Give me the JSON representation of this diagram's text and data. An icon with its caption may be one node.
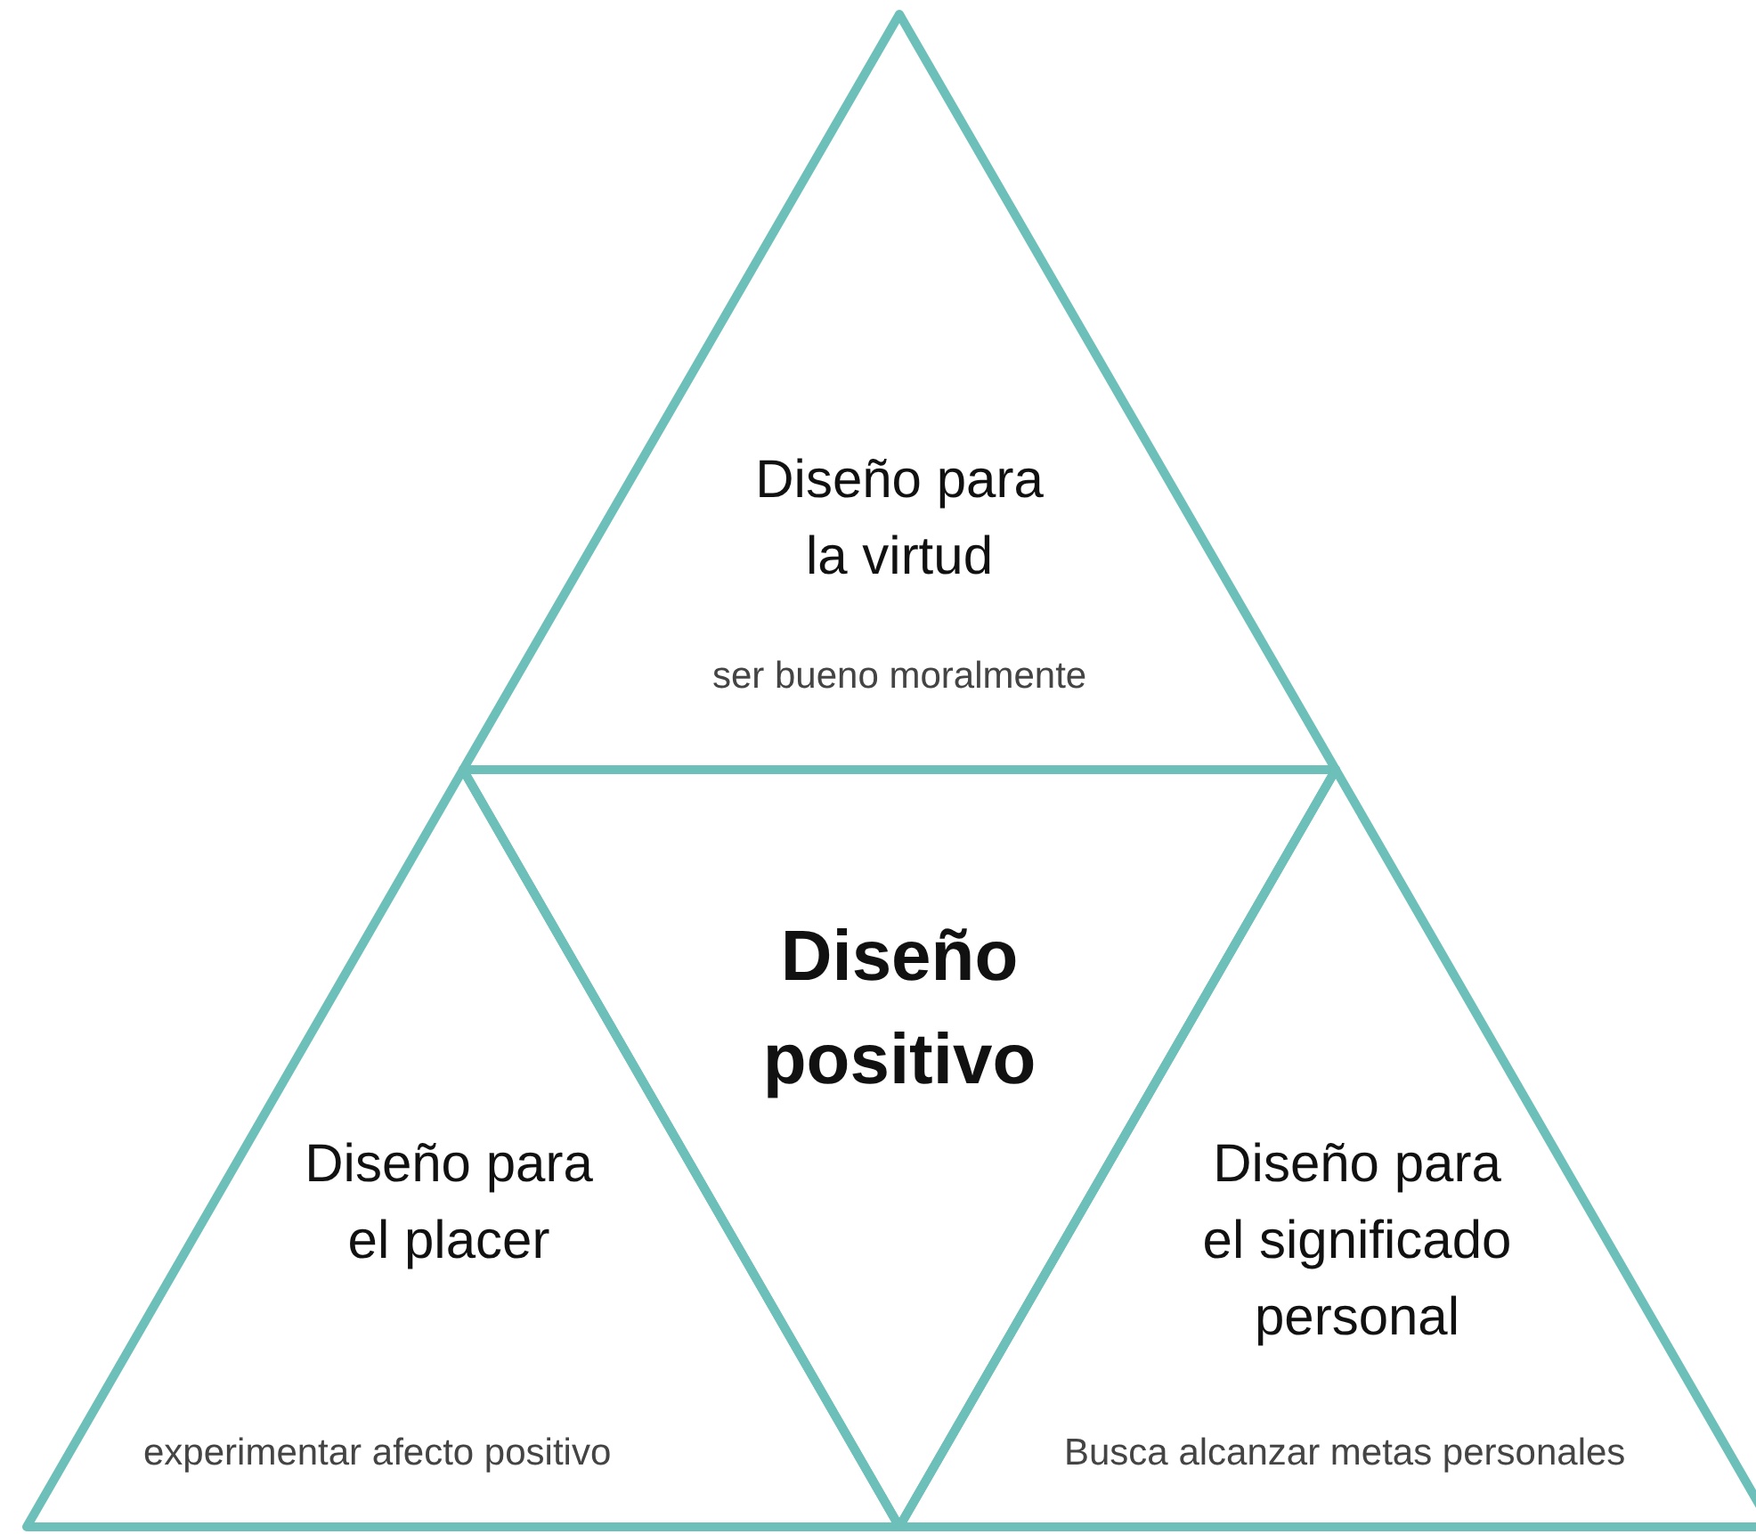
{
  "diagram": {
    "nodes": [
      {
        "text": [
          "Diseño para la virtud",
          "ser bueno moralmente"
        ]
      },
      {
        "text": [
          "Diseño para el placer",
          "experimentar afecto positivo"
        ]
      },
      {
        "text": [
          "Diseño positivo"
        ]
      },
      {
        "text": [
          "Diseño para el significado personal",
          "Busca alcanzar metas personales"
        ]
      }
    ]
  }
}
